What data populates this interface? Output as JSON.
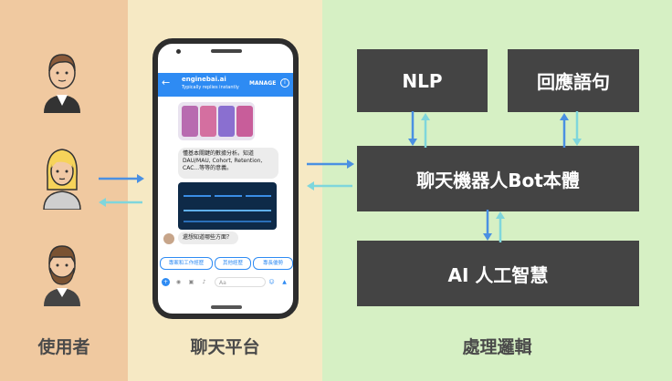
{
  "columns": {
    "users": "使用者",
    "platform": "聊天平台",
    "logic": "處理邏輯"
  },
  "boxes": {
    "nlp": "NLP",
    "response": "回應語句",
    "bot": "聊天機器人Bot本體",
    "ai": "AI 人工智慧"
  },
  "messenger": {
    "page_name": "enginebai.ai",
    "subtitle": "Typically replies instantly",
    "manage": "MANAGE",
    "message": "懂基本關鍵的數據分析。知道DAU/MAU, Cohort, Retention, CAC...等等的意義。",
    "question": "還想知道哪些方面？",
    "quick_replies": [
      "專案和工作經歷",
      "其他經歷",
      "專長優勢"
    ],
    "input_placeholder": "Aa"
  },
  "colors": {
    "arrow_out": "#4a90e2",
    "arrow_in": "#7fd6dc",
    "box": "#444444",
    "users_bg": "#f0c9a0",
    "platform_bg": "#f6e9c4",
    "logic_bg": "#d6f0c4"
  },
  "icons": [
    "male-user-icon",
    "female-user-icon",
    "bearded-user-icon",
    "back-arrow-icon",
    "info-icon",
    "camera-icon",
    "image-icon",
    "mic-icon",
    "emoji-icon",
    "thumbs-up-icon"
  ]
}
